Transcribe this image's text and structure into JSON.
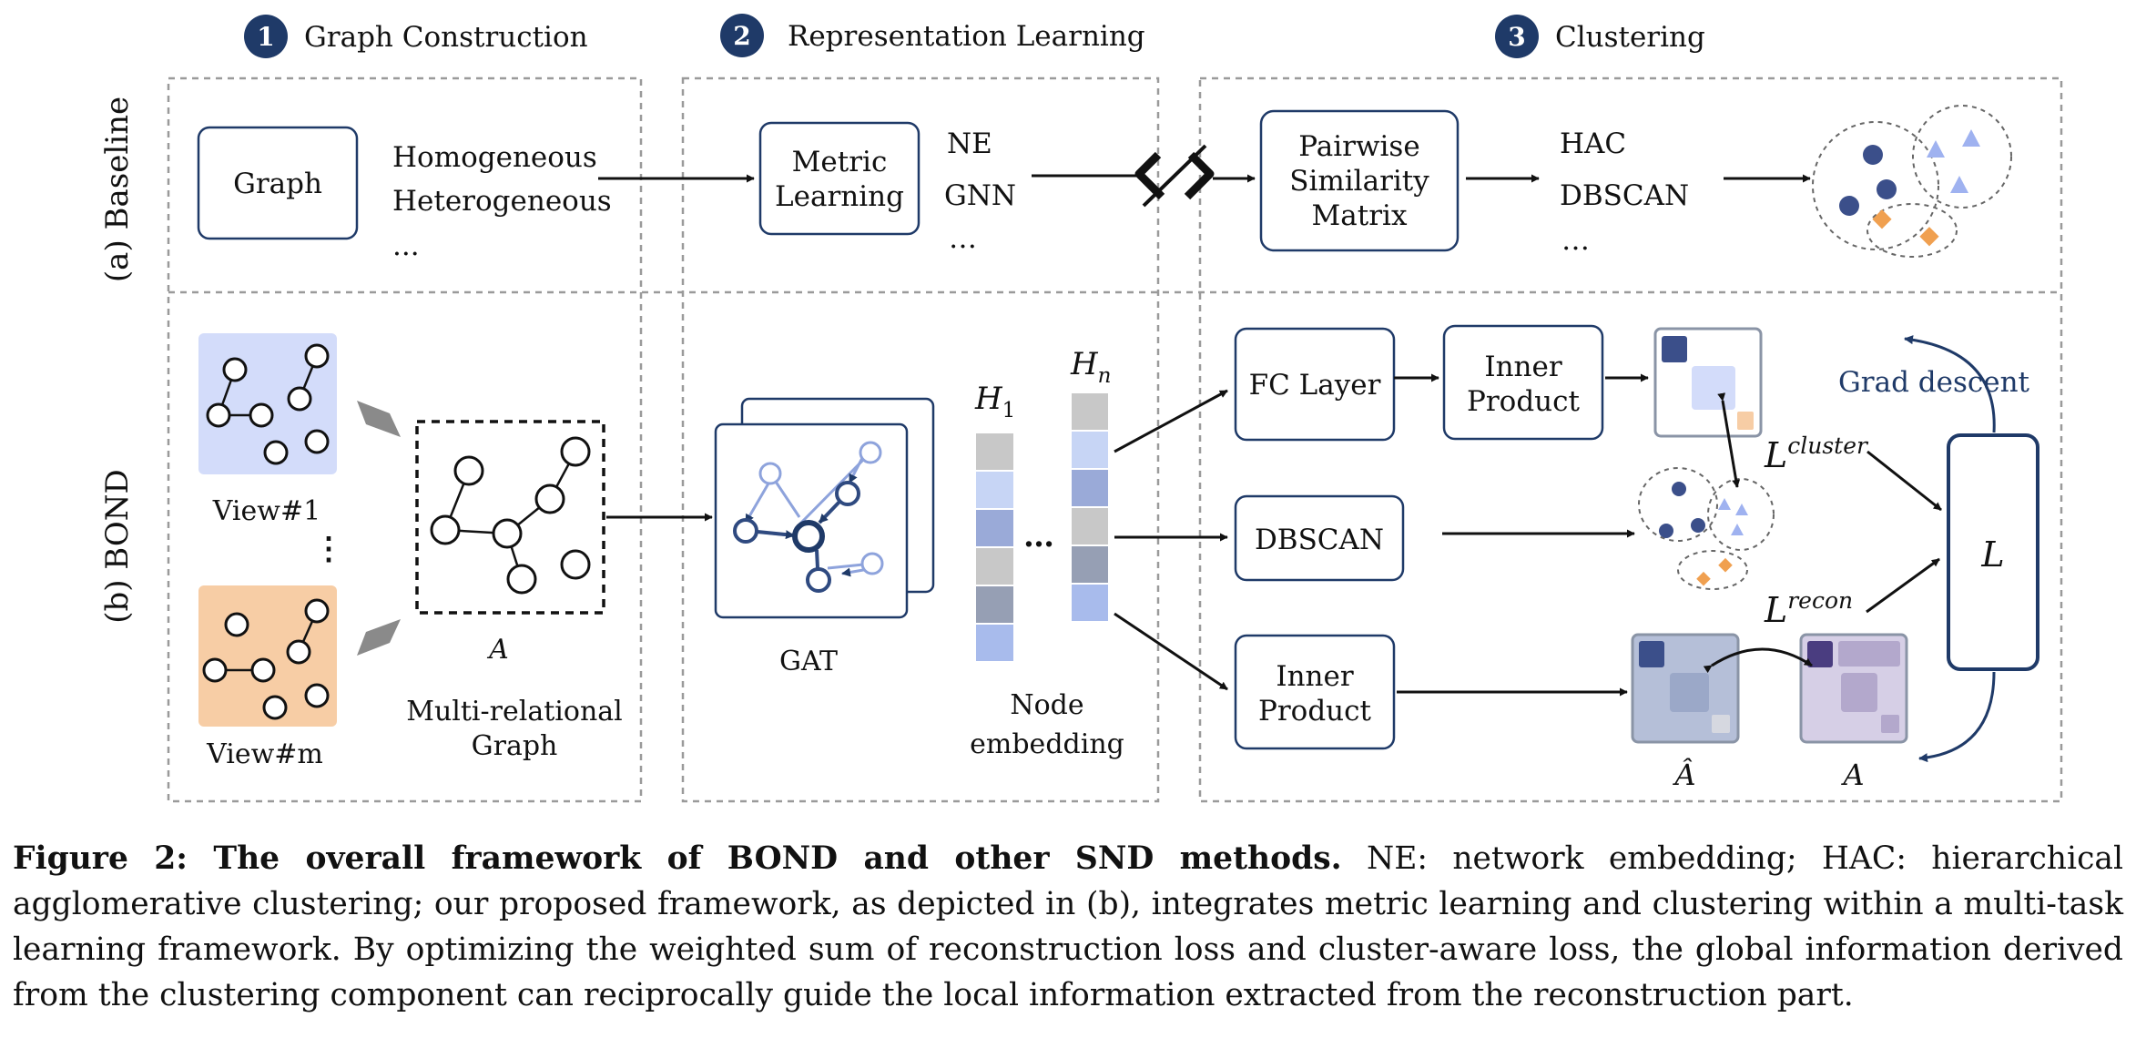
{
  "header": {
    "steps": [
      {
        "number": "1",
        "label": "Graph Construction"
      },
      {
        "number": "2",
        "label": "Representation Learning"
      },
      {
        "number": "3",
        "label": "Clustering"
      }
    ]
  },
  "rows": {
    "baseline": "(a) Baseline",
    "bond": "(b) BOND"
  },
  "baseline": {
    "graph_box": "Graph",
    "graph_types": [
      "Homogeneous",
      "Heterogeneous",
      "..."
    ],
    "metric_box": [
      "Metric",
      "Learning"
    ],
    "metric_methods": [
      "NE",
      "GNN",
      "…"
    ],
    "similarity_box": [
      "Pairwise",
      "Similarity",
      "Matrix"
    ],
    "cluster_methods": [
      "HAC",
      "DBSCAN",
      "…"
    ]
  },
  "bond": {
    "view_first": "View#1",
    "view_last": "View#m",
    "vertical_dots": "⋮",
    "adjacency_label": "A",
    "multi_relational": [
      "Multi-relational",
      "Graph"
    ],
    "gat_label": "GAT",
    "h1_label": "H",
    "h1_sub": "1",
    "hn_label": "H",
    "hn_sub": "n",
    "ellipsis": "…",
    "node_embedding": [
      "Node",
      "embedding"
    ],
    "fc_layer": "FC Layer",
    "inner_product_top": [
      "Inner",
      "Product"
    ],
    "dbscan": "DBSCAN",
    "inner_product_bottom": [
      "Inner",
      "Product"
    ],
    "grad_descent": "Grad descent",
    "loss_cluster_base": "L",
    "loss_cluster_sup": "cluster",
    "loss_recon_base": "L",
    "loss_recon_sup": "recon",
    "loss_total": "L",
    "a_hat": "Â",
    "a_matrix": "A"
  },
  "caption": {
    "bold": "Figure 2: The overall framework of BOND and other SND methods.",
    "text": " NE: network embedding; HAC: hierarchical agglomerative clustering; our proposed framework, as depicted in (b), integrates metric learning and clustering within a multi-task learning framework. By optimizing the weighted sum of reconstruction loss and cluster-aware loss, the global information derived from the clustering component can reciprocally guide the local information extracted from the reconstruction part."
  },
  "colors": {
    "navy": "#1f3a68",
    "view_blue": "#d3dcfa",
    "view_orange": "#f7cda5",
    "dot_navy": "#3b4f8a",
    "triangle_blue": "#9fb2f0",
    "diamond_orange": "#f0a050",
    "dashed_gray": "#999999"
  }
}
